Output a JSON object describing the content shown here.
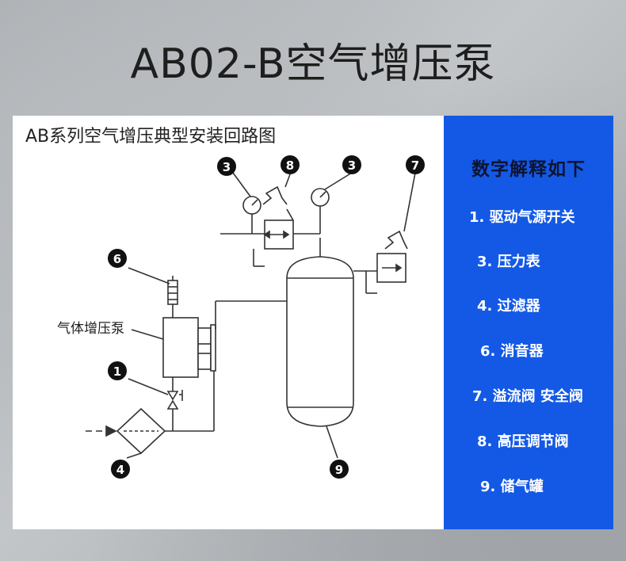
{
  "title": "AB02-B空气增压泵",
  "diagram": {
    "title": "AB系列空气增压典型安装回路图",
    "pump_label": "气体增压泵",
    "markers": {
      "m1": "1",
      "m3a": "3",
      "m3b": "3",
      "m4": "4",
      "m6": "6",
      "m7": "7",
      "m8": "8",
      "m9": "9"
    }
  },
  "legend": {
    "title": "数字解释如下",
    "items": [
      "1. 驱动气源开关",
      "3. 压力表",
      "4. 过滤器",
      "6. 消音器",
      "7. 溢流阀 安全阀",
      "8. 高压调节阀",
      "9. 储气罐"
    ]
  },
  "colors": {
    "legend_bg": "#1459e6",
    "legend_title": "#0e1430",
    "legend_text": "#ffffff",
    "line": "#333333"
  }
}
